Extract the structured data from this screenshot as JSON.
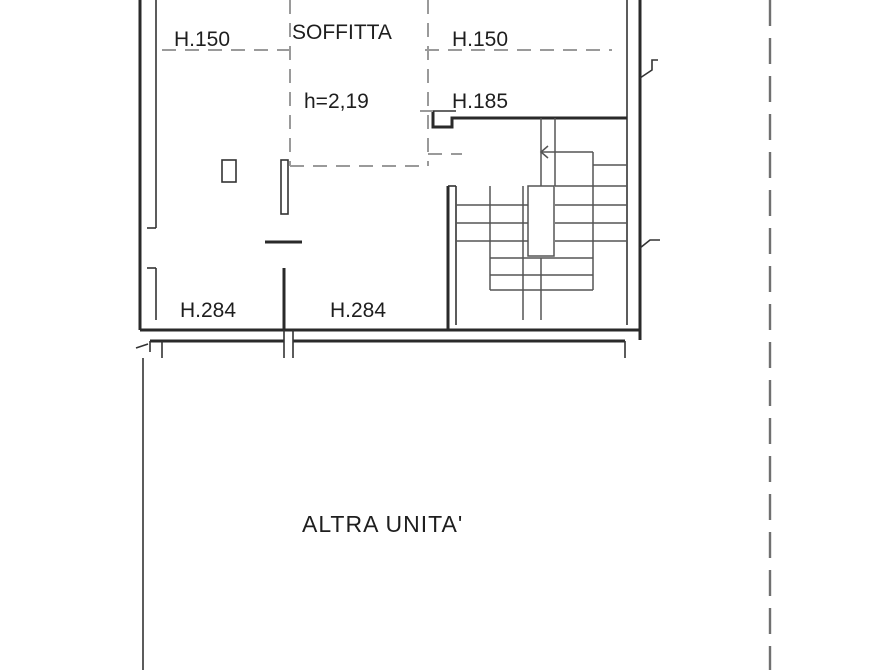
{
  "plan": {
    "labels": {
      "dim_left_top": "H.150",
      "room_attic": "SOFFITTA",
      "dim_right_top": "H.150",
      "height_attic": "h=2,19",
      "dim_stair": "H.185",
      "dim_left_bottom": "H.284",
      "dim_mid_bottom": "H.284",
      "other_unit": "ALTRA UNITA'"
    }
  }
}
